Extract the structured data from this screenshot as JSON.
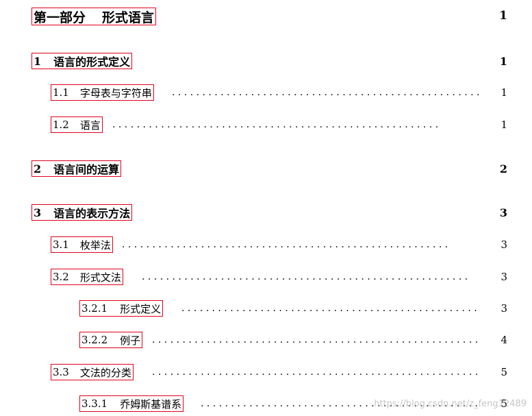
{
  "toc": [
    {
      "level": "part",
      "num": "第一部分",
      "title": "形式语言",
      "page": "1"
    },
    {
      "level": "sec",
      "num": "1",
      "title": "语言的形式定义",
      "page": "1"
    },
    {
      "level": "sub",
      "num": "1.1",
      "title": "字母表与字符串",
      "page": "1"
    },
    {
      "level": "sub",
      "num": "1.2",
      "title": "语言",
      "page": "1"
    },
    {
      "level": "sec",
      "num": "2",
      "title": "语言间的运算",
      "page": "2"
    },
    {
      "level": "sec",
      "num": "3",
      "title": "语言的表示方法",
      "page": "3"
    },
    {
      "level": "sub",
      "num": "3.1",
      "title": "枚举法",
      "page": "3"
    },
    {
      "level": "sub",
      "num": "3.2",
      "title": "形式文法",
      "page": "3"
    },
    {
      "level": "subsub",
      "num": "3.2.1",
      "title": "形式定义",
      "page": "3"
    },
    {
      "level": "subsub",
      "num": "3.2.2",
      "title": "例子",
      "page": "4"
    },
    {
      "level": "sub",
      "num": "3.3",
      "title": "文法的分类",
      "page": "5"
    },
    {
      "level": "subsub",
      "num": "3.3.1",
      "title": "乔姆斯基谱系",
      "page": "5"
    }
  ],
  "leader_text": ". . . . . . . . . . . . . . . . . . . . . . . . . . . . . . . . . . . . . . . . . . . . . . . . . . . . . .",
  "watermark": "https://blog.csdn.net/z_feng12489",
  "colors": {
    "link_border": "#e0001b",
    "text": "#000000"
  }
}
